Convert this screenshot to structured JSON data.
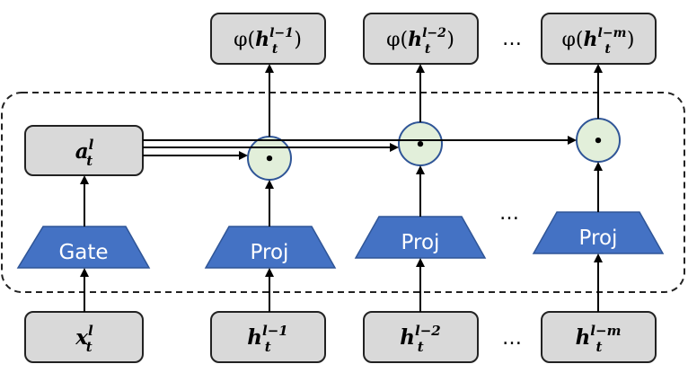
{
  "outputs": [
    {
      "phi": "φ(",
      "base": "h",
      "sub": "t",
      "sup": "l−1",
      "close": ")"
    },
    {
      "phi": "φ(",
      "base": "h",
      "sub": "t",
      "sup": "l−2",
      "close": ")"
    },
    {
      "phi": "φ(",
      "base": "h",
      "sub": "t",
      "sup": "l−m",
      "close": ")"
    }
  ],
  "gate_output": {
    "base": "a",
    "sub": "t",
    "sup": "l"
  },
  "blocks": [
    "Gate",
    "Proj",
    "Proj",
    "Proj"
  ],
  "inputs": [
    {
      "base": "x",
      "sub": "t",
      "sup": "l"
    },
    {
      "base": "h",
      "sub": "t",
      "sup": "l−1"
    },
    {
      "base": "h",
      "sub": "t",
      "sup": "l−2"
    },
    {
      "base": "h",
      "sub": "t",
      "sup": "l−m"
    }
  ],
  "dot_symbol": "•",
  "ellipsis": "…",
  "colors": {
    "projection": "#4472c4",
    "node_fill": "#e2efda",
    "box_fill": "#d9d9d9"
  }
}
